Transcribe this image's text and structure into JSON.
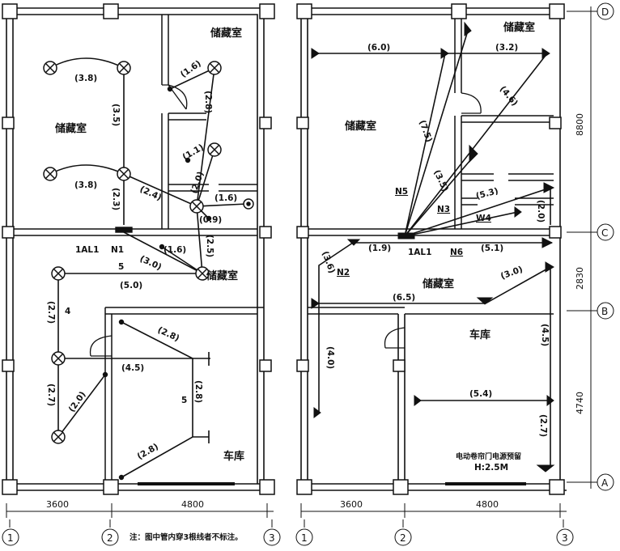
{
  "rooms": {
    "storage": "储藏室",
    "garage": "车库"
  },
  "labels": {
    "panel": "1AL1",
    "n1": "N1",
    "n2": "N2",
    "n3": "N3",
    "n4": "W4",
    "n5": "N5",
    "n6": "N6",
    "wire_count_5": "5",
    "wire_count_4": "4",
    "door_note_1": "电动卷帘门电源预留",
    "door_note_2": "H:2.5M",
    "footnote": "注：图中管内穿3根线者不标注。"
  },
  "left_lengths": [
    "(3.8)",
    "(3.5)",
    "(1.6)",
    "(2.8)",
    "(1.1)",
    "(2.0)",
    "(1.6)",
    "(0.9)",
    "(3.8)",
    "(2.3)",
    "(2.4)",
    "(2.5)",
    "(1.6)",
    "(3.0)",
    "(5.0)",
    "(2.7)",
    "(2.7)",
    "(2.0)",
    "(2.8)",
    "(4.5)",
    "(2.8)",
    "(2.8)"
  ],
  "right_lengths": [
    "(6.0)",
    "(3.2)",
    "(4.6)",
    "(7.5)",
    "(3.5)",
    "(5.3)",
    "(2.0)",
    "(1.9)",
    "(5.1)",
    "(3.6)",
    "(6.5)",
    "(3.0)",
    "(4.0)",
    "(4.5)",
    "(5.4)",
    "(2.7)"
  ],
  "dimensions": {
    "d1": "3600",
    "d2": "4800",
    "r1": "8800",
    "r2": "2830",
    "r3": "4740"
  },
  "axes": {
    "c1": "1",
    "c2": "2",
    "c3": "3",
    "rA": "A",
    "rB": "B",
    "rC": "C",
    "rD": "D"
  }
}
